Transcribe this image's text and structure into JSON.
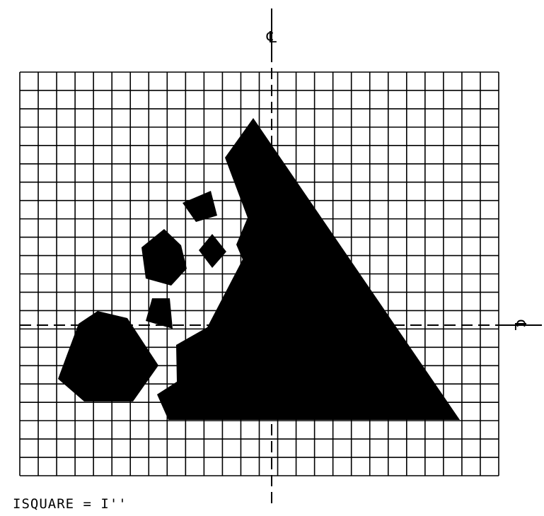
{
  "grid": {
    "columns": 26,
    "rows": 22,
    "line_color": "#000000"
  },
  "centerline_symbol": "℄",
  "scale_note": "ISQUARE = I''",
  "fill_color": "#000000",
  "shapes": [
    {
      "name": "large-triangle-shape"
    },
    {
      "name": "large-heptagon-shape"
    },
    {
      "name": "hexagon-shape"
    },
    {
      "name": "pentagon-shape"
    },
    {
      "name": "diamond-shape"
    },
    {
      "name": "small-square-shape"
    }
  ]
}
